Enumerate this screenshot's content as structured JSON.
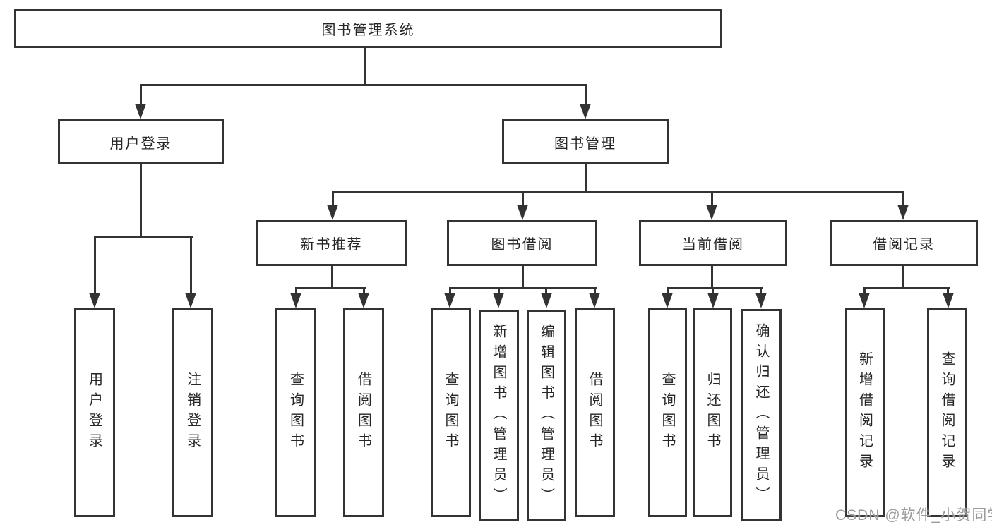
{
  "tree": {
    "root": "图书管理系统",
    "branches": [
      {
        "label": "用户登录",
        "children": [
          "用户登录",
          "注销登录"
        ]
      },
      {
        "label": "图书管理",
        "children": [
          {
            "label": "新书推荐",
            "children": [
              "查询图书",
              "借阅图书"
            ]
          },
          {
            "label": "图书借阅",
            "children": [
              "查询图书",
              "新增图书（管理员）",
              "编辑图书（管理员）",
              "借阅图书"
            ]
          },
          {
            "label": "当前借阅",
            "children": [
              "查询图书",
              "归还图书",
              "确认归还（管理员）"
            ]
          },
          {
            "label": "借阅记录",
            "children": [
              "新增借阅记录",
              "查询借阅记录"
            ]
          }
        ]
      }
    ]
  },
  "watermark": "CSDN @软件_小贺同学",
  "colors": {
    "line": "#333333",
    "text": "#262626",
    "background": "#ffffff",
    "watermark": "#9b9b9b"
  }
}
